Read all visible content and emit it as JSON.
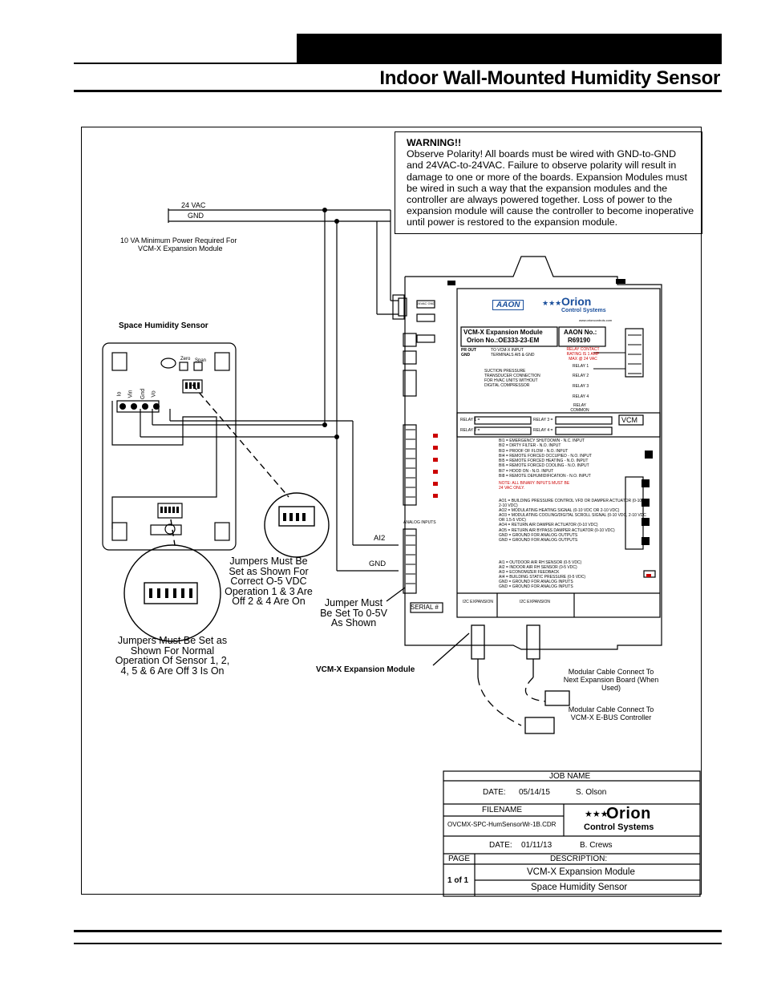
{
  "header": {
    "title": "Indoor Wall-Mounted Humidity Sensor"
  },
  "warning": {
    "heading": "WARNING!!",
    "body": "Observe Polarity! All boards must be wired with GND-to-GND and 24VAC-to-24VAC. Failure to observe polarity will result in damage to one or more of the boards. Expansion Modules must be wired in such a way that the expansion modules and the controller are always powered together. Loss of power to the expansion module will cause the controller to become inoperative until power is restored to the expansion module."
  },
  "power": {
    "vac_label": "24 VAC",
    "gnd_label": "GND",
    "note_line1": "10 VA Minimum Power Required For",
    "note_line2": "VCM-X Expansion Module"
  },
  "sensor": {
    "title": "Space Humidity Sensor",
    "zero": "Zero",
    "span": "Span",
    "terminals": [
      "Io",
      "Vin",
      "Gnd",
      "Vo"
    ]
  },
  "notes": {
    "jumpers_correct": "Jumpers Must Be Set as Shown For Correct O-5 VDC Operation 1 & 3 Are Off 2 & 4 Are On",
    "jumpers_normal": "Jumpers Must Be Set as Shown For Normal Operation Of Sensor 1, 2, 4, 5 & 6 Are Off 3 Is On",
    "jumper_board": "Jumper Must Be Set To 0-5V As Shown",
    "module_label": "VCM-X Expansion Module",
    "cable_next": "Modular Cable Connect To Next Expansion Board (When Used)",
    "cable_ebus": "Modular Cable Connect To VCM-X E-BUS Controller",
    "ai2": "AI2",
    "gnd": "GND"
  },
  "board": {
    "brand_aaon": "AAON",
    "brand_orion": "Orion",
    "brand_sub": "Control Systems",
    "website": "www.orioncontrols.com",
    "module_title": "VCM-X Expansion Module",
    "module_part": "Orion No.:OE333-23-EM",
    "aaon_no_label": "AAON No.:",
    "aaon_no": "R69190",
    "relay_contact": "RELAY CONTACT RATING IS 1 AMP MAX @ 24 VAC",
    "relays": [
      "RELAY 1",
      "RELAY 2",
      "RELAY 3",
      "RELAY 4",
      "RELAY COMMON"
    ],
    "relay_fields": [
      "RELAY 1 =",
      "RELAY 2 =",
      "RELAY 3 =",
      "RELAY 4 ="
    ],
    "pr_out": "PR OUT",
    "gnd": "GND",
    "pr_note": "TO VCM-X INPUT TERMINALS AI5 & GND",
    "suction_note": "SUCTION PRESSURE TRANSDUCER CONNECTION FOR HVAC UNITS WITHOUT DIGITAL COMPRESSOR",
    "vcm": "VCM",
    "binary_inputs": [
      "BI1 = EMERGENCY SHUTDOWN - N.C. INPUT",
      "BI2 = DIRTY FILTER - N.O. INPUT",
      "BI3 = PROOF OF FLOW - N.O. INPUT",
      "BI4 = REMOTE FORCED OCCUPIED - N.O. INPUT",
      "BI5 = REMOTE FORCED HEATING - N.O. INPUT",
      "BI6 = REMOTE FORCED COOLING - N.O. INPUT",
      "BI7 = HOOD ON - N.O. INPUT",
      "BI8 = REMOTE DEHUMIDIFICATION - N.O. INPUT"
    ],
    "bi_note": "NOTE: ALL BINARY INPUTS MUST BE 24 VAC ONLY.",
    "analog_outputs": [
      "AO1 = BUILDING PRESSURE CONTROL VFD OR DAMPER ACTUATOR (0-10 OR 2-10 VDC)",
      "AO2 = MODULATING HEATING SIGNAL (0-10 VDC OR 2-10 VDC)",
      "AO3 = MODULATING COOLING/DIGITAL SCROLL SIGNAL (0-10 VDC, 2-10 VDC OR 1.5-5 VDC)",
      "AO4 = RETURN AIR DAMPER ACTUATOR (0-10 VDC)",
      "AO5 = RETURN AIR BYPASS DAMPER ACTUATOR (0-10 VDC)",
      "GND = GROUND FOR ANALOG OUTPUTS",
      "GND = GROUND FOR ANALOG OUTPUTS"
    ],
    "analog_inputs": [
      "AI1 = OUTDOOR AIR RH SENSOR (0-5 VDC)",
      "AI2 = INDOOR AIR RH SENSOR (0-5 VDC)",
      "AI3 = ECONOMIZER FEEDBACK",
      "AI4 = BUILDING STATIC PRESSURE (0-5 VDC)",
      "GND = GROUND FOR ANALOG INPUTS",
      "GND = GROUND FOR ANALOG INPUTS"
    ],
    "i2c_left": "I2C EXPANSION",
    "i2c_right": "I2C EXPANSION",
    "serial": "SERIAL #",
    "analog_inputs_header": "ANALOG INPUTS",
    "power_label": "24VAC GND"
  },
  "title_block": {
    "job_name_label": "JOB NAME",
    "date1_label": "DATE:",
    "date1": "05/14/15",
    "author1": "S. Olson",
    "filename_label": "FILENAME",
    "filename": "OVCMX-SPC-HumSensorWr-1B.CDR",
    "date2_label": "DATE:",
    "date2": "01/11/13",
    "author2": "B. Crews",
    "description_label": "DESCRIPTION:",
    "page_label": "PAGE",
    "page_value": "1 of 1",
    "desc_line1": "VCM-X Expansion Module",
    "desc_line2": "Space Humidity Sensor",
    "logo_orion": "Orion",
    "logo_sub": "Control Systems"
  }
}
